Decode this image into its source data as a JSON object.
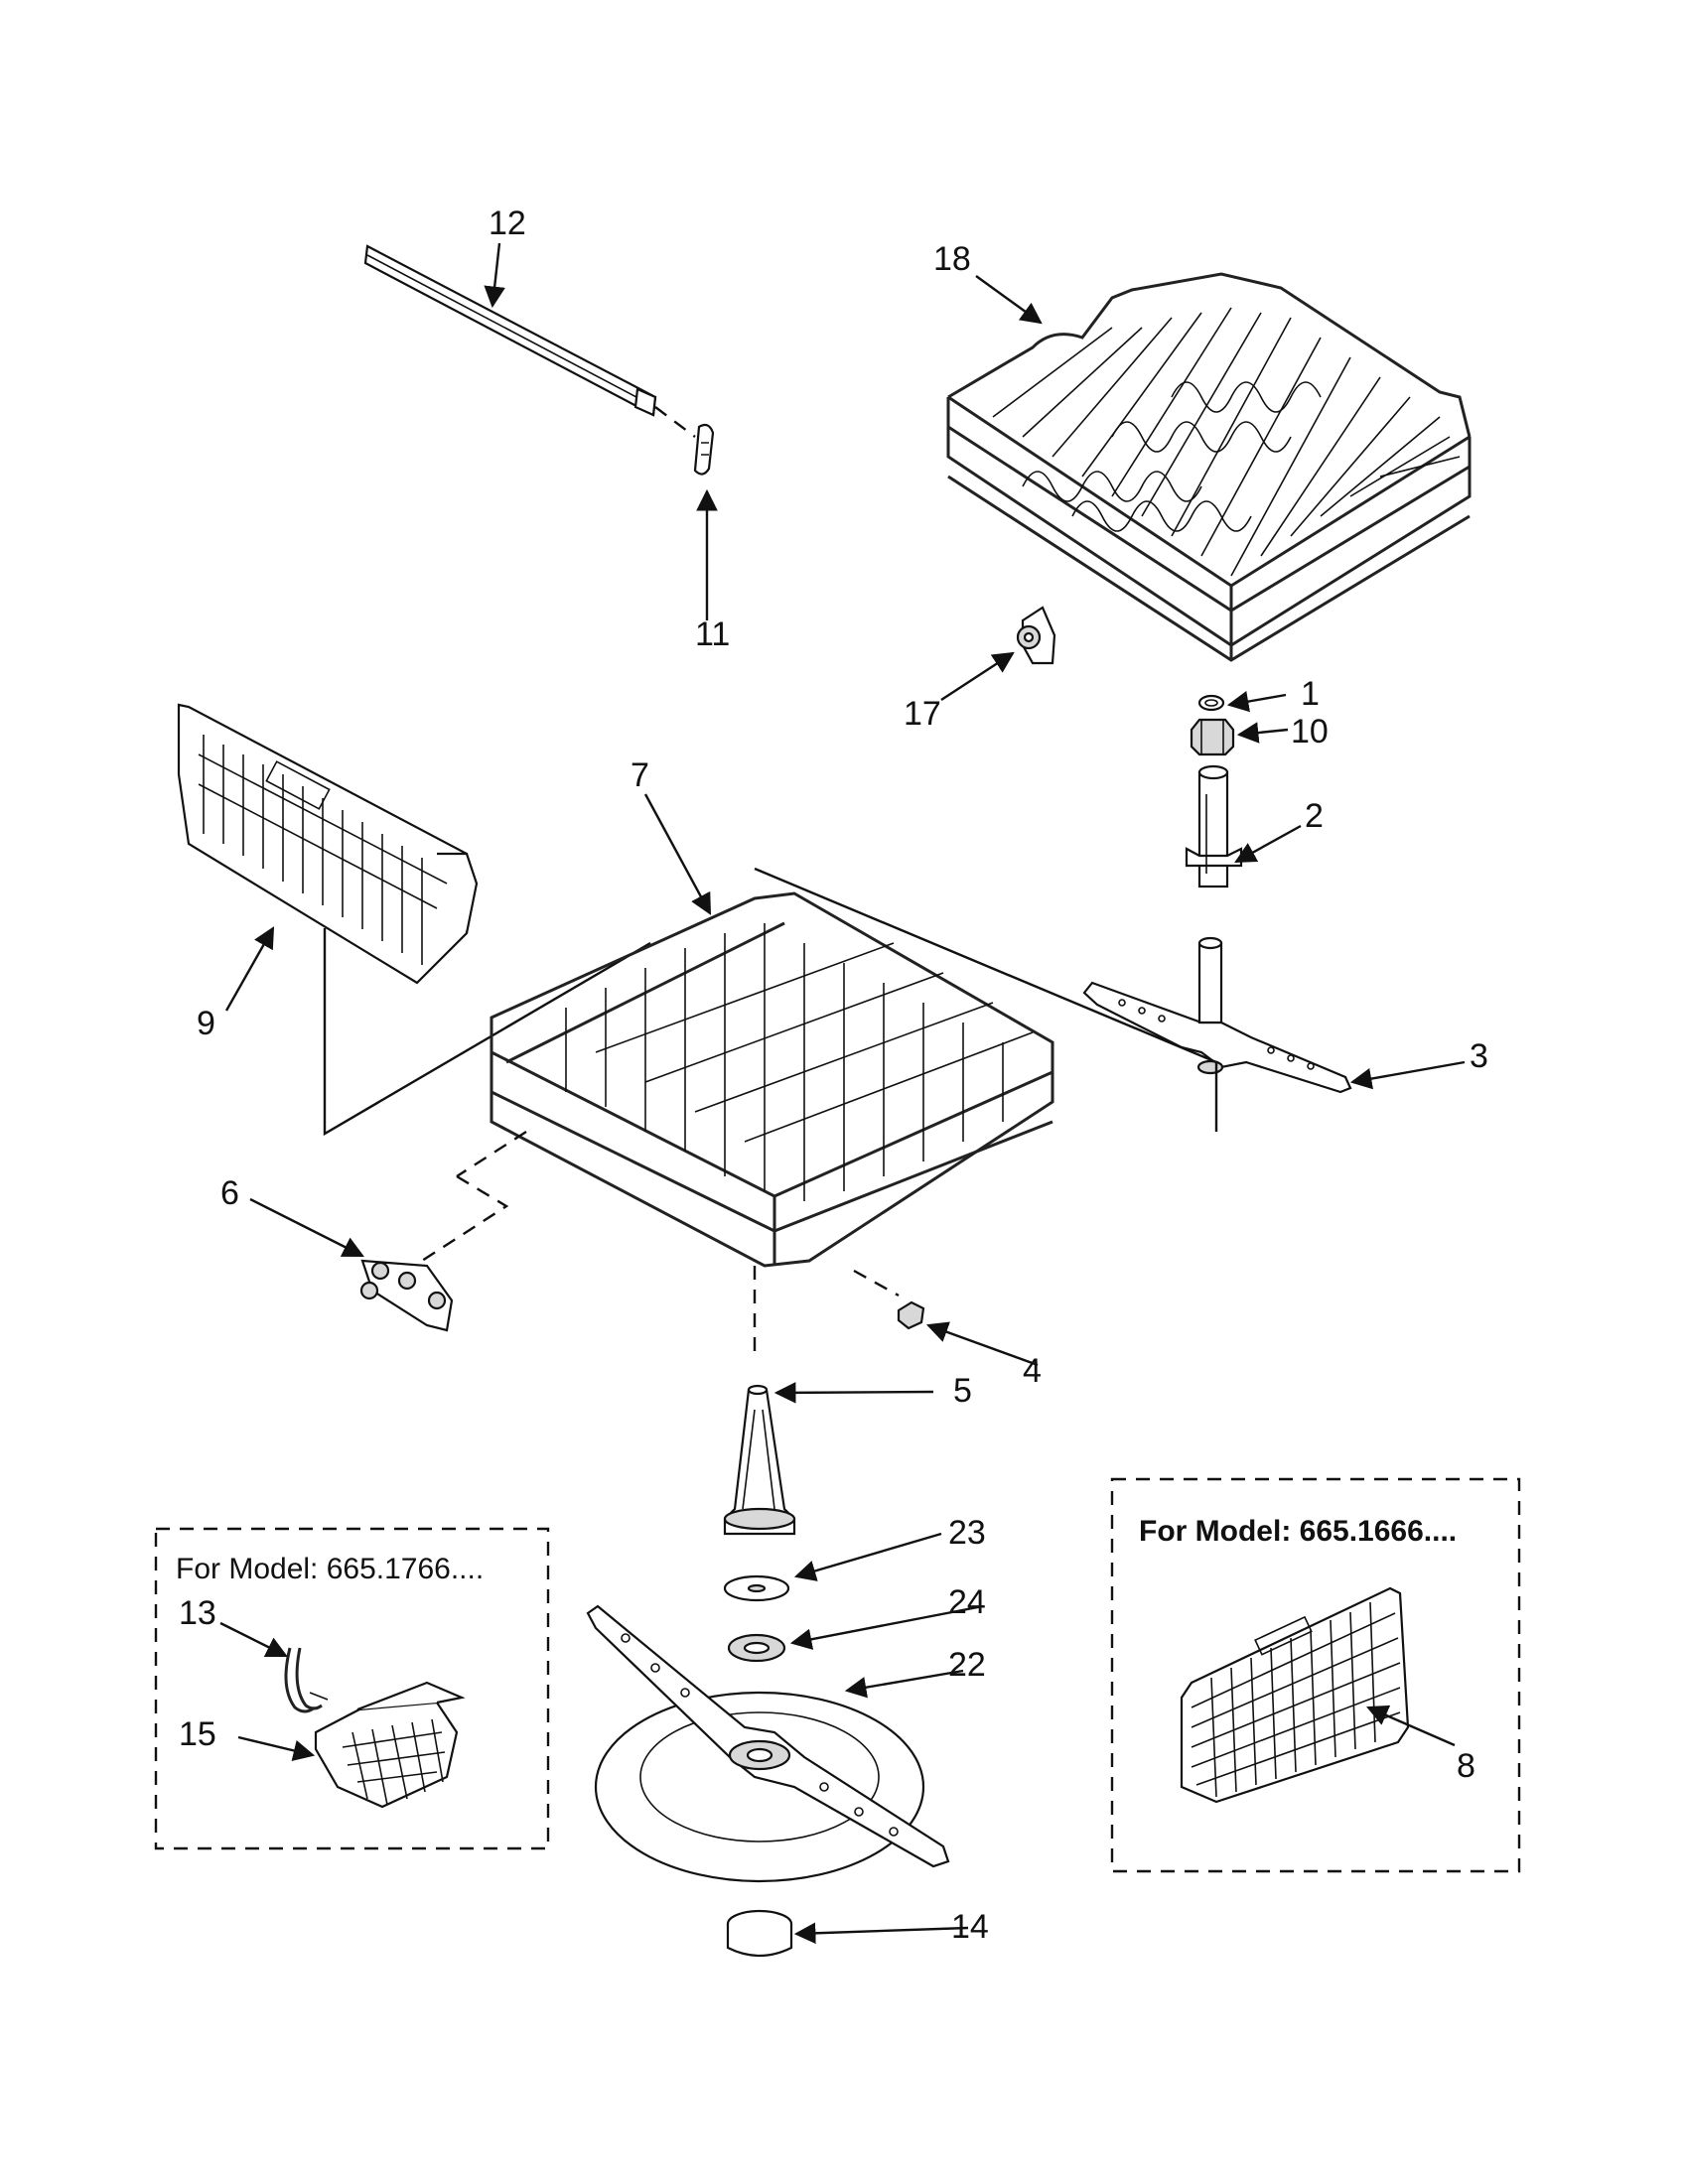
{
  "callouts": {
    "c1": "1",
    "c2": "2",
    "c3": "3",
    "c4": "4",
    "c5": "5",
    "c6": "6",
    "c7": "7",
    "c8": "8",
    "c9": "9",
    "c10": "10",
    "c11": "11",
    "c12": "12",
    "c13": "13",
    "c14": "14",
    "c15": "15",
    "c17": "17",
    "c18": "18",
    "c22": "22",
    "c23": "23",
    "c24": "24"
  },
  "boxes": {
    "left_model": "For Model: 665.1766....",
    "right_model": "For Model: 665.1666...."
  }
}
